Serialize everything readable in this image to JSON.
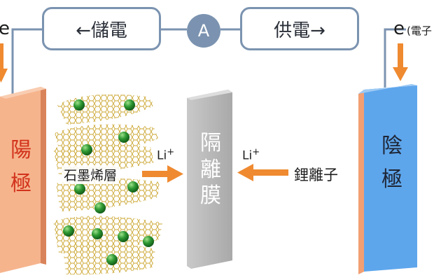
{
  "top": {
    "charge_label": "←儲電",
    "discharge_label": "供電→",
    "ammeter_label": "A"
  },
  "electrons": {
    "left_label": "e",
    "right_label": "e",
    "right_note": "(電子"
  },
  "anode": {
    "label": [
      "陽",
      "極"
    ],
    "color": "#f2a27a"
  },
  "cathode": {
    "label": [
      "陰",
      "極"
    ],
    "color": "#5ea6ec"
  },
  "separator": {
    "label": [
      "隔",
      "離",
      "膜"
    ]
  },
  "graphite": {
    "label": "石墨烯層"
  },
  "ions": {
    "left_label": "Li",
    "left_charge": "+",
    "right_label": "Li",
    "right_charge": "+",
    "ion_name": "鋰離子"
  },
  "colors": {
    "wire": "#7b93b0",
    "arrow": "#ef8a30",
    "sphere": "#2f9a34",
    "graphene": "#c9a227"
  }
}
